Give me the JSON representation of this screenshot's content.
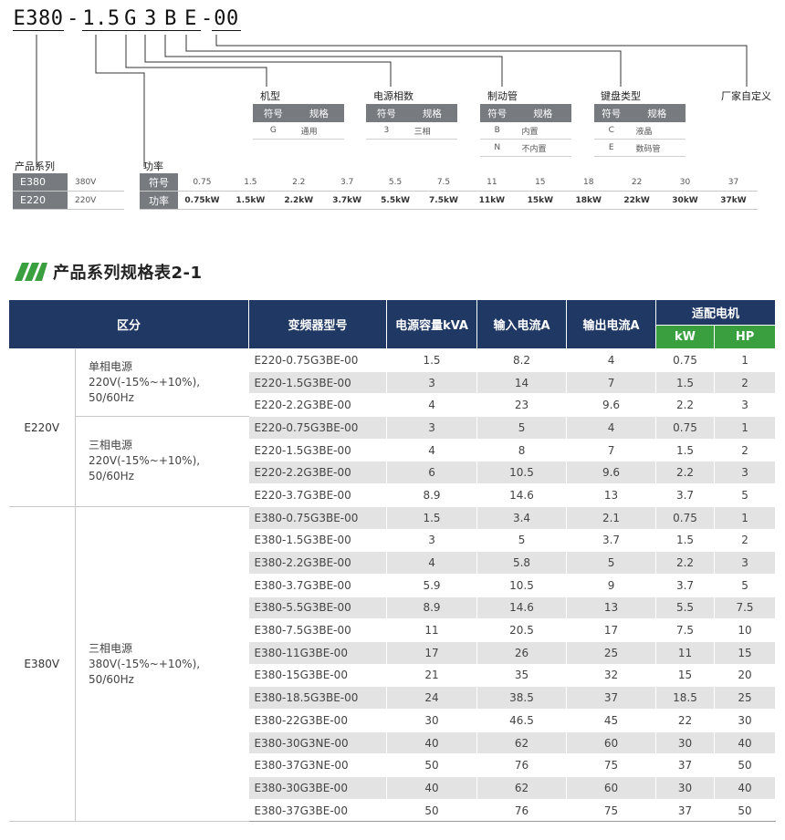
{
  "code": {
    "segments": [
      {
        "text": "E380",
        "underline": true
      },
      {
        "text": "-",
        "underline": false
      },
      {
        "text": "1.5",
        "underline": true
      },
      {
        "text": "G",
        "underline": true
      },
      {
        "text": "3",
        "underline": true
      },
      {
        "text": "B",
        "underline": true
      },
      {
        "text": "E",
        "underline": true
      },
      {
        "text": "-",
        "underline": false
      },
      {
        "text": "00",
        "underline": true
      }
    ]
  },
  "groups": {
    "type": {
      "title": "机型",
      "h1": "符号",
      "h2": "规格",
      "rows": [
        [
          "G",
          "通用"
        ]
      ]
    },
    "phase": {
      "title": "电源相数",
      "h1": "符号",
      "h2": "规格",
      "rows": [
        [
          "3",
          "三相"
        ]
      ]
    },
    "brake": {
      "title": "制动管",
      "h1": "符号",
      "h2": "规格",
      "rows": [
        [
          "B",
          "内置"
        ],
        [
          "N",
          "不内置"
        ]
      ]
    },
    "keypad": {
      "title": "键盘类型",
      "h1": "符号",
      "h2": "规格",
      "rows": [
        [
          "C",
          "液晶"
        ],
        [
          "E",
          "数码管"
        ]
      ]
    },
    "custom": {
      "title": "厂家自定义"
    }
  },
  "series": {
    "title": "产品系列",
    "rows": [
      [
        "E380",
        "380V"
      ],
      [
        "E220",
        "220V"
      ]
    ]
  },
  "power": {
    "title": "功率",
    "symbol_label": "符号",
    "power_label": "功率",
    "symbols": [
      "0.75",
      "1.5",
      "2.2",
      "3.7",
      "5.5",
      "7.5",
      "11",
      "15",
      "18",
      "22",
      "30",
      "37"
    ],
    "powers": [
      "0.75kW",
      "1.5kW",
      "2.2kW",
      "3.7kW",
      "5.5kW",
      "7.5kW",
      "11kW",
      "15kW",
      "18kW",
      "22kW",
      "30kW",
      "37kW"
    ]
  },
  "section_title": "产品系列规格表2-1",
  "colors": {
    "header_blue": "#1f3864",
    "header_green": "#3a9f3f",
    "accent_green": "#3a9f3f",
    "mini_header_gray": "#777b80"
  },
  "spec": {
    "headers": {
      "category": "区分",
      "model": "变频器型号",
      "capacity": "电源容量kVA",
      "input": "输入电流A",
      "output": "输出电流A",
      "motor": "适配电机",
      "kw": "kW",
      "hp": "HP"
    },
    "groups": [
      {
        "series": "E220V",
        "subgroups": [
          {
            "name": "单相电源",
            "spec": "220V(-15%~+10%), 50/60Hz",
            "rows": [
              [
                "E220-0.75G3BE-00",
                "1.5",
                "8.2",
                "4",
                "0.75",
                "1"
              ],
              [
                "E220-1.5G3BE-00",
                "3",
                "14",
                "7",
                "1.5",
                "2"
              ],
              [
                "E220-2.2G3BE-00",
                "4",
                "23",
                "9.6",
                "2.2",
                "3"
              ]
            ]
          },
          {
            "name": "三相电源",
            "spec": "220V(-15%~+10%), 50/60Hz",
            "rows": [
              [
                "E220-0.75G3BE-00",
                "3",
                "5",
                "4",
                "0.75",
                "1"
              ],
              [
                "E220-1.5G3BE-00",
                "4",
                "8",
                "7",
                "1.5",
                "2"
              ],
              [
                "E220-2.2G3BE-00",
                "6",
                "10.5",
                "9.6",
                "2.2",
                "3"
              ],
              [
                "E220-3.7G3BE-00",
                "8.9",
                "14.6",
                "13",
                "3.7",
                "5"
              ]
            ]
          }
        ]
      },
      {
        "series": "E380V",
        "subgroups": [
          {
            "name": "三相电源",
            "spec": "380V(-15%~+10%), 50/60Hz",
            "rows": [
              [
                "E380-0.75G3BE-00",
                "1.5",
                "3.4",
                "2.1",
                "0.75",
                "1"
              ],
              [
                "E380-1.5G3BE-00",
                "3",
                "5",
                "3.7",
                "1.5",
                "2"
              ],
              [
                "E380-2.2G3BE-00",
                "4",
                "5.8",
                "5",
                "2.2",
                "3"
              ],
              [
                "E380-3.7G3BE-00",
                "5.9",
                "10.5",
                "9",
                "3.7",
                "5"
              ],
              [
                "E380-5.5G3BE-00",
                "8.9",
                "14.6",
                "13",
                "5.5",
                "7.5"
              ],
              [
                "E380-7.5G3BE-00",
                "11",
                "20.5",
                "17",
                "7.5",
                "10"
              ],
              [
                "E380-11G3BE-00",
                "17",
                "26",
                "25",
                "11",
                "15"
              ],
              [
                "E380-15G3BE-00",
                "21",
                "35",
                "32",
                "15",
                "20"
              ],
              [
                "E380-18.5G3BE-00",
                "24",
                "38.5",
                "37",
                "18.5",
                "25"
              ],
              [
                "E380-22G3BE-00",
                "30",
                "46.5",
                "45",
                "22",
                "30"
              ],
              [
                "E380-30G3NE-00",
                "40",
                "62",
                "60",
                "30",
                "40"
              ],
              [
                "E380-37G3NE-00",
                "50",
                "76",
                "75",
                "37",
                "50"
              ],
              [
                "E380-30G3BE-00",
                "40",
                "62",
                "60",
                "30",
                "40"
              ],
              [
                "E380-37G3BE-00",
                "50",
                "76",
                "75",
                "37",
                "50"
              ]
            ]
          }
        ]
      }
    ]
  }
}
